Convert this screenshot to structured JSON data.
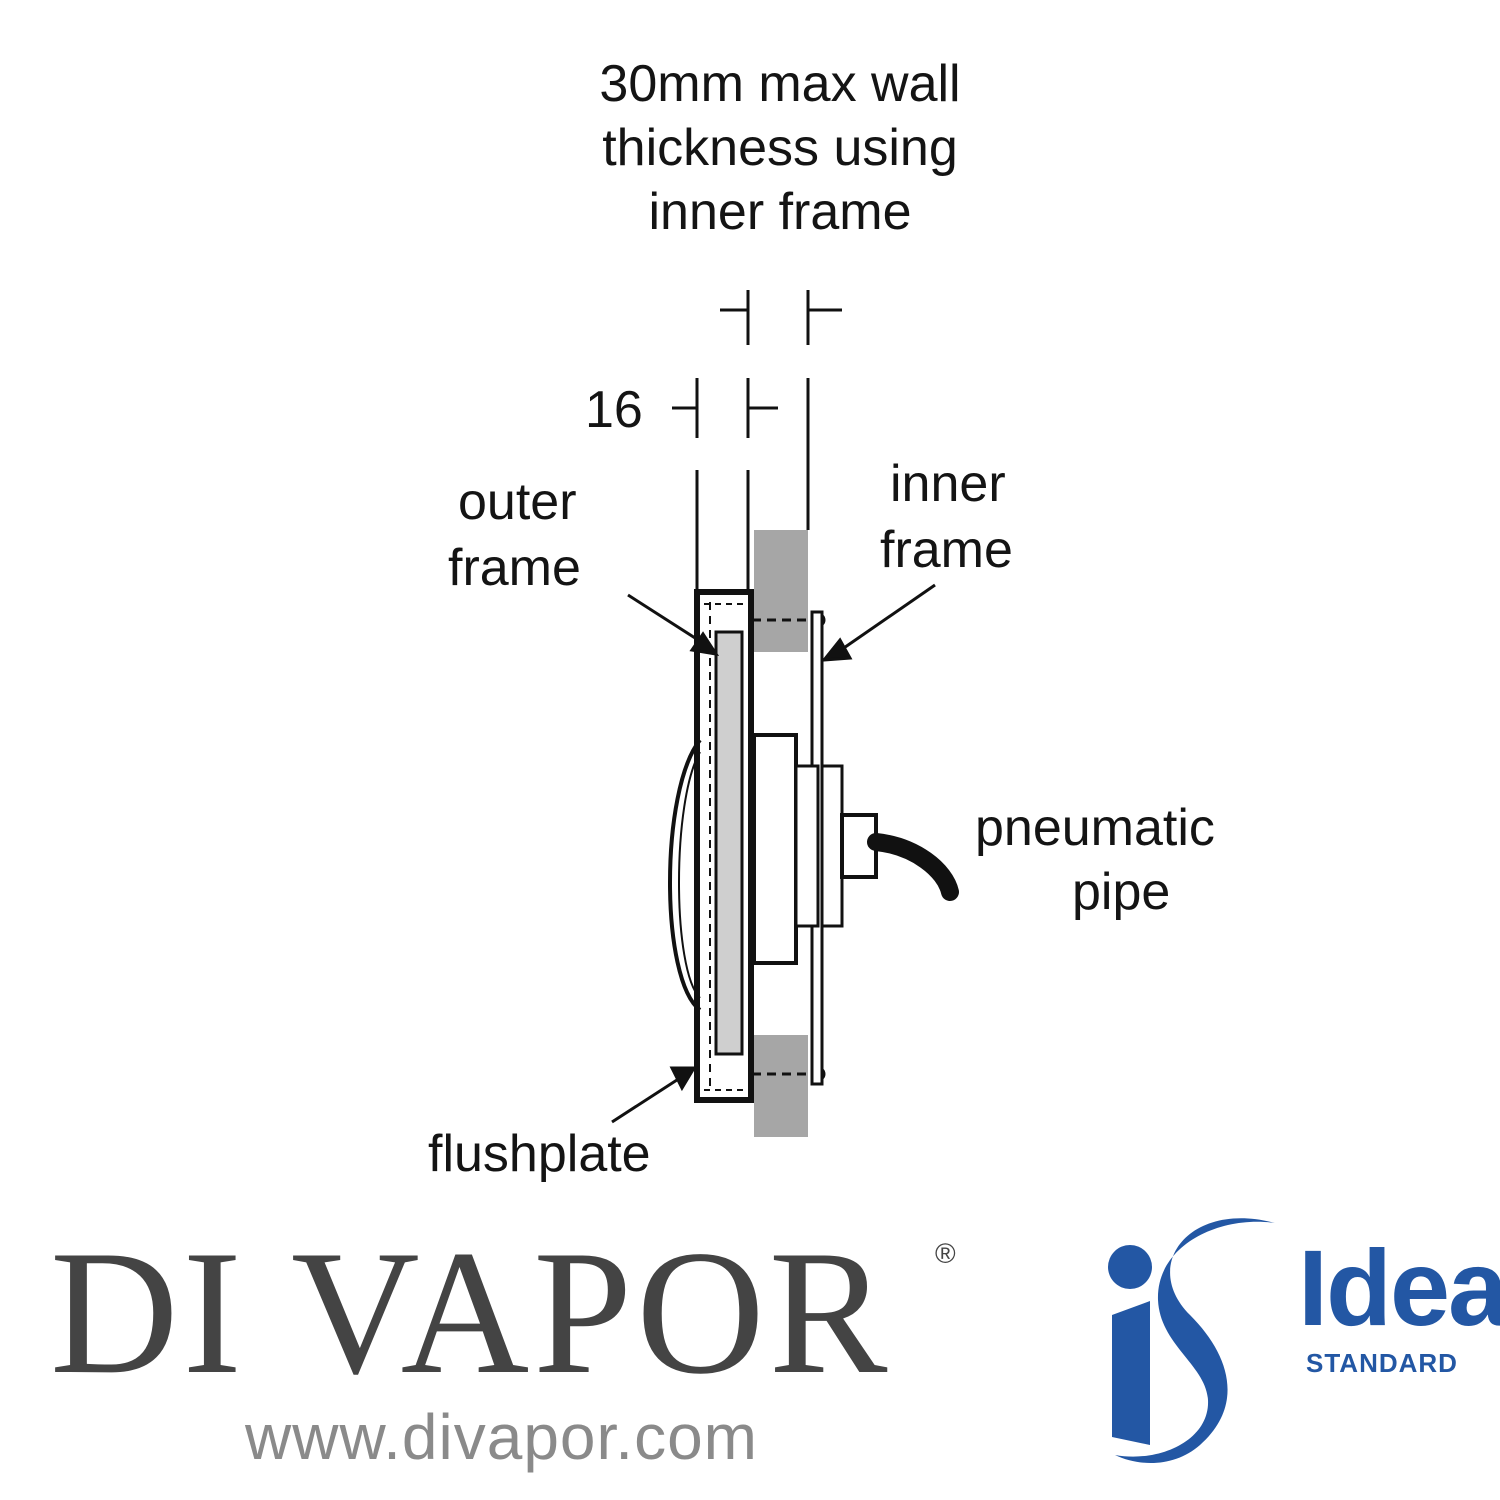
{
  "title_lines": [
    "30mm max wall",
    "thickness using",
    "inner frame"
  ],
  "labels": {
    "dimension_16": "16",
    "outer_frame_line1": "outer",
    "outer_frame_line2": "frame",
    "inner_frame_line1": "inner",
    "inner_frame_line2": "frame",
    "pneumatic_pipe_line1": "pneumatic",
    "pneumatic_pipe_line2": "pipe",
    "flushplate": "flushplate"
  },
  "brand": {
    "name": "DI VAPOR",
    "registered_mark": "®",
    "url": "www.divapor.com",
    "color": "#444444"
  },
  "partner_logo": {
    "word": "Ideal",
    "subword": "STANDARD",
    "color": "#2357a4"
  },
  "colors": {
    "wall": "#a6a6a6",
    "frame_fill": "#cfcfcf",
    "line": "#111111"
  }
}
